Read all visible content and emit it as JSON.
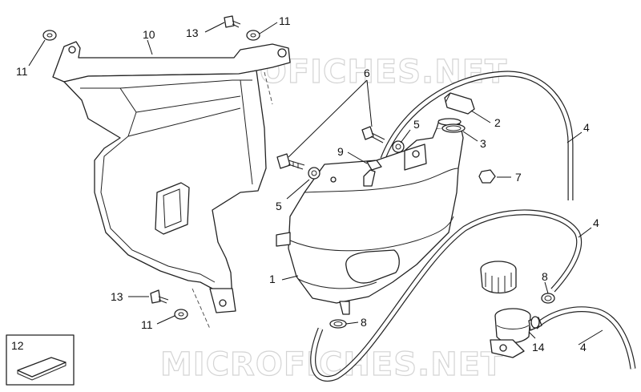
{
  "watermark": "MICROFICHES.NET",
  "callouts": {
    "c1": "1",
    "c2": "2",
    "c3": "3",
    "c4a": "4",
    "c4b": "4",
    "c4c": "4",
    "c5a": "5",
    "c5b": "5",
    "c6": "6",
    "c7": "7",
    "c8a": "8",
    "c8b": "8",
    "c9": "9",
    "c10": "10",
    "c11a": "11",
    "c11b": "11",
    "c11c": "11",
    "c12": "12",
    "c13a": "13",
    "c13b": "13",
    "c14": "14"
  }
}
